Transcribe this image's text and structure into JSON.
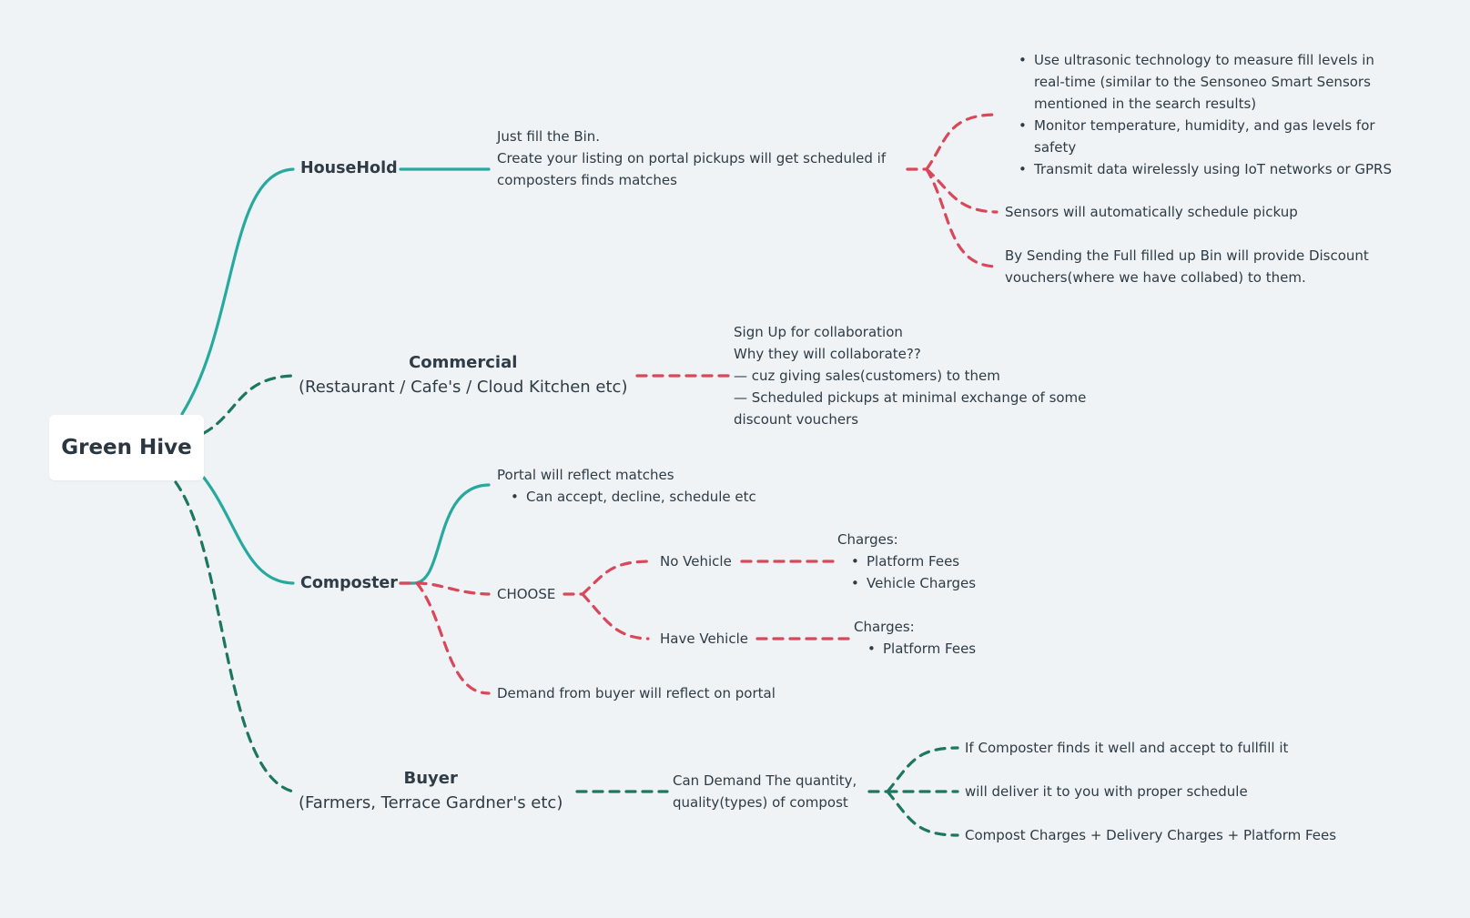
{
  "root": {
    "label": "Green Hive"
  },
  "colors": {
    "teal": "#27a99d",
    "dark_green": "#1d7660",
    "red": "#d8485a",
    "background": "#eff3f6"
  },
  "household": {
    "title": "HouseHold",
    "detail": [
      "Just fill the Bin.",
      "Create your listing on portal pickups will get scheduled if",
      "composters   finds matches"
    ],
    "sensor_bullets": [
      [
        "Use ultrasonic technology to measure fill levels in",
        "real-time (similar to the Sensoneo Smart Sensors",
        "mentioned in the search results)"
      ],
      [
        "Monitor temperature, humidity, and gas levels for",
        "safety"
      ],
      [
        "Transmit data wirelessly using IoT networks or GPRS"
      ]
    ],
    "auto_schedule": "Sensors will automatically schedule pickup",
    "discount": [
      "By Sending the Full filled up Bin will provide Discount",
      "vouchers(where we have collabed) to them."
    ]
  },
  "commercial": {
    "title": "Commercial",
    "subtitle": "(Restaurant / Cafe's / Cloud Kitchen etc)",
    "detail": [
      "Sign Up for collaboration",
      "Why they will collaborate??",
      "— cuz giving sales(customers) to them",
      "— Scheduled pickups at minimal exchange of some",
      "discount vouchers"
    ]
  },
  "composter": {
    "title": "Composter",
    "portal": "Portal will reflect matches",
    "portal_bullet": "Can accept, decline, schedule etc",
    "choose": "CHOOSE",
    "no_vehicle": "No Vehicle",
    "no_vehicle_charges": {
      "heading": "Charges:",
      "items": [
        "Platform Fees",
        "Vehicle Charges"
      ]
    },
    "have_vehicle": "Have Vehicle",
    "have_vehicle_charges": {
      "heading": "Charges:",
      "items": [
        "Platform Fees"
      ]
    },
    "demand": "Demand from buyer will reflect on portal"
  },
  "buyer": {
    "title": "Buyer",
    "subtitle": "(Farmers, Terrace Gardner's etc)",
    "detail": [
      "Can Demand The quantity,",
      "quality(types) of compost"
    ],
    "outcomes": [
      "If Composter finds it well and accept to fullfill it",
      "will deliver it to you with proper schedule",
      "Compost Charges + Delivery Charges + Platform Fees"
    ]
  }
}
